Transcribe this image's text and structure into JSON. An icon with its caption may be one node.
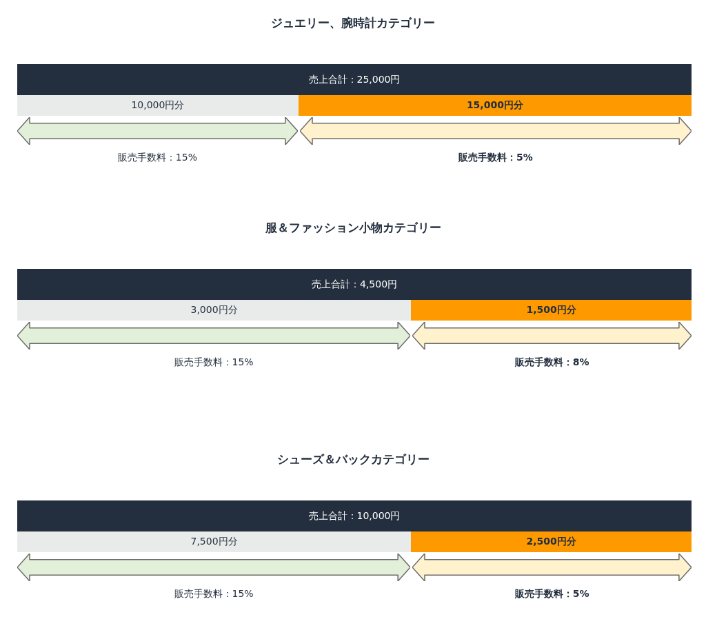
{
  "diagram": {
    "nodes": [
      {
        "text": [
          "売上合計：25,000円"
        ]
      },
      {
        "text": [
          "10,000円分"
        ]
      },
      {
        "text": [
          "15,000円分"
        ]
      },
      {
        "text": [],
        "shape": "double-arrow",
        "beside": [
          "販売手数料：15%"
        ]
      },
      {
        "text": [],
        "shape": "double-arrow",
        "beside": [
          "販売手数料：5%"
        ]
      },
      {
        "text": [
          "売上合計：4,500円"
        ]
      },
      {
        "text": [
          "3,000円分"
        ]
      },
      {
        "text": [
          "1,500円分"
        ]
      },
      {
        "text": [],
        "shape": "double-arrow",
        "beside": [
          "販売手数料：15%"
        ]
      },
      {
        "text": [],
        "shape": "double-arrow",
        "beside": [
          "販売手数料：8%"
        ]
      },
      {
        "text": [
          "売上合計：10,000円"
        ]
      },
      {
        "text": [
          "7,500円分"
        ]
      },
      {
        "text": [
          "2,500円分"
        ]
      },
      {
        "text": [],
        "shape": "double-arrow",
        "beside": [
          "販売手数料：15%"
        ]
      },
      {
        "text": [],
        "shape": "double-arrow",
        "beside": [
          "販売手数料：5%"
        ]
      }
    ],
    "labels": [
      "ジュエリー、腕時計カテゴリー",
      "服＆ファッション小物カテゴリー",
      "シューズ＆バックカテゴリー"
    ]
  }
}
